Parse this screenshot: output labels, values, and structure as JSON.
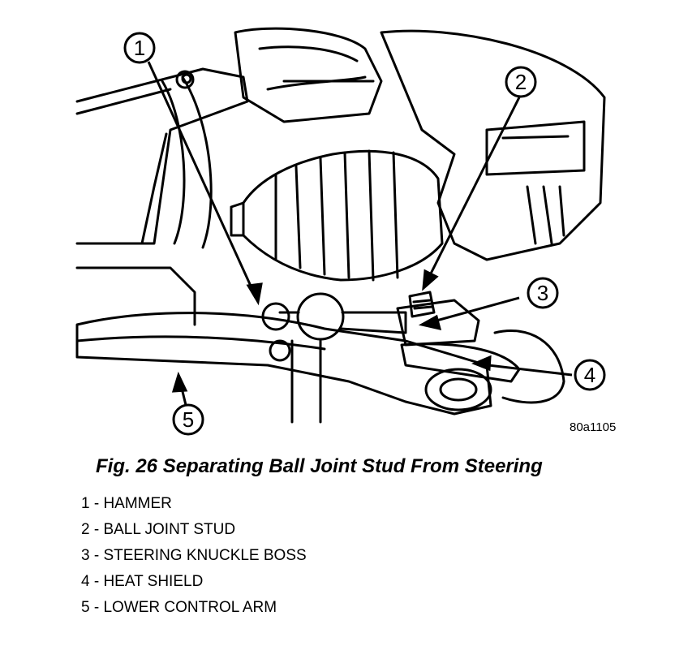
{
  "figure": {
    "code": "80a1105",
    "caption": "Fig. 26 Separating Ball Joint Stud From Steering",
    "callouts": [
      "1",
      "2",
      "3",
      "4",
      "5"
    ]
  },
  "legend": [
    {
      "text": "1 - HAMMER"
    },
    {
      "text": "2 - BALL JOINT STUD"
    },
    {
      "text": "3 - STEERING KNUCKLE BOSS"
    },
    {
      "text": "4 - HEAT SHIELD"
    },
    {
      "text": "5 - LOWER CONTROL ARM"
    }
  ],
  "colors": {
    "ink": "#000000",
    "paper": "#ffffff"
  }
}
